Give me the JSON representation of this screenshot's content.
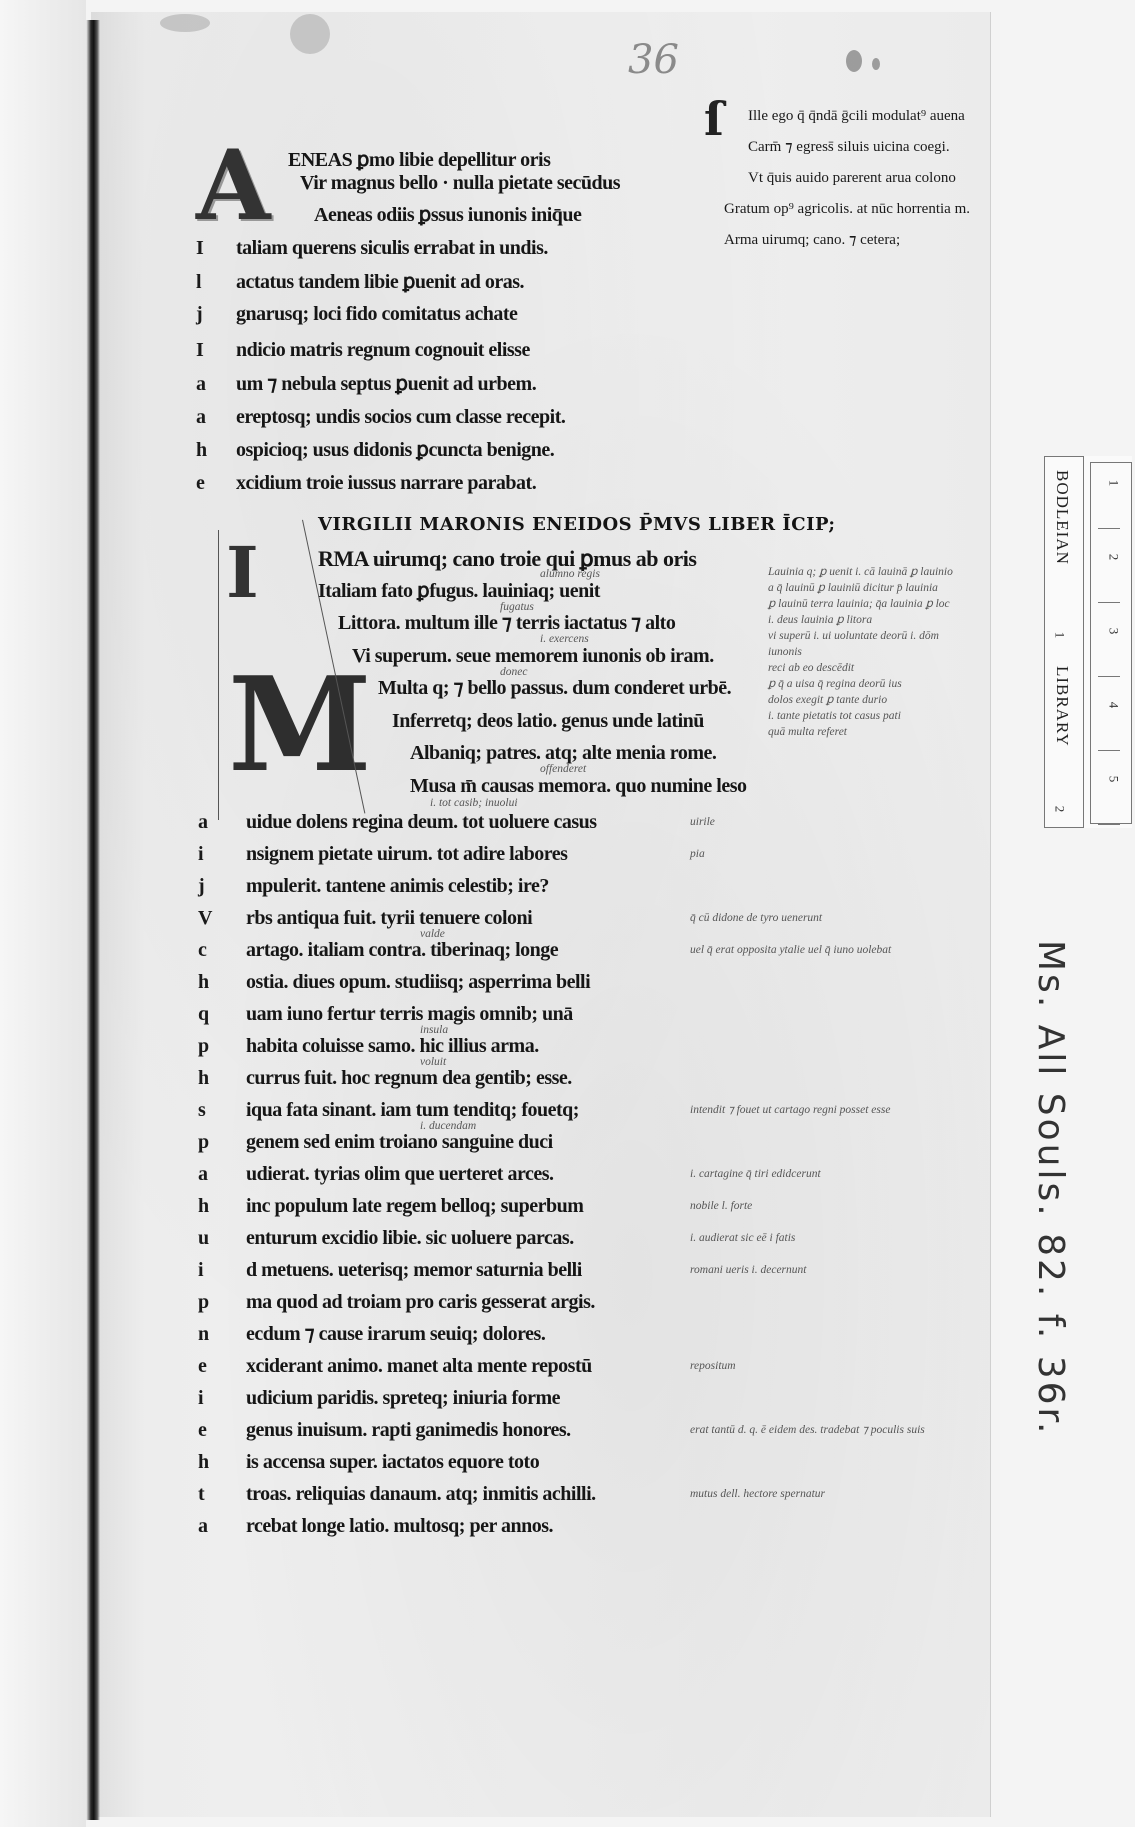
{
  "folio_number": "36",
  "argument": {
    "opening": {
      "initial": "A",
      "rest": "ENEAS ꝑmo libie depellitur oris"
    },
    "lines": [
      "Vir magnus bello · nulla pietate secūdus",
      "Aeneas odiis ꝑssus iunonis iniq̄ue",
      "taliam querens siculis errabat in undis.",
      "actatus tandem libie ꝑuenit ad oras.",
      "gnarusq; loci fido comitatus achate",
      "ndicio matris regnum cognouit elisse",
      "um ⁊ nebula septus ꝑuenit ad urbem.",
      "ereptosq; undis socios cum classe recepit.",
      "ospicioq; usus didonis ꝑcuncta benigne.",
      "xcidium troie iussus narrare parabat."
    ],
    "margin_letters": [
      "",
      "",
      "I",
      "l",
      "j",
      "I",
      "a",
      "a",
      "h",
      "e"
    ]
  },
  "incipit": "VIRGILII MARONIS ENEIDOS P̄MVS LIBER ĪCIP;",
  "proem": {
    "initial_I": "I",
    "lines": [
      "RMA uirumq; cano troie qui ꝑmus ab oris",
      "Italiam fato ꝑfugus. lauiniaq; uenit",
      "Littora. multum ille ⁊ terris iactatus ⁊ alto",
      "Vi superum. seue memorem iunonis ob iram.",
      "Multa q; ⁊ bello passus. dum conderet urbē.",
      "Inferretq; deos latio. genus unde latinū",
      "Albaniq; patres. atq; alte menia rome.",
      "Musa m̄ causas memora. quo numine leso"
    ]
  },
  "initial_M": "M",
  "main": {
    "lines": [
      "uidue dolens regina deum. tot uoluere casus",
      "nsignem pietate uirum. tot adire labores",
      "mpulerit. tantene animis celestib; ire?",
      "rbs antiqua fuit. tyrii tenuere coloni",
      "artago. italiam contra. tiberinaq; longe",
      "ostia. diues opum. studiisq; asperrima belli",
      "uam iuno fertur terris magis omnib; unā",
      "habita coluisse samo. hic illius arma.",
      "currus fuit. hoc regnum dea gentib; esse.",
      "iqua fata sinant. iam tum tenditq; fouetq;",
      "genem sed enim troiano sanguine duci",
      "udierat. tyrias olim que uerteret arces.",
      "inc populum late regem belloq; superbum",
      "enturum excidio libie. sic uoluere parcas.",
      "d metuens. ueterisq; memor saturnia belli",
      "ma quod ad troiam pro caris gesserat argis.",
      "ecdum ⁊ cause irarum seuiq; dolores.",
      "xciderant animo. manet alta mente repostū",
      "udicium paridis. spreteq; iniuria forme",
      "genus inuisum. rapti ganimedis honores.",
      "is accensa super. iactatos equore toto",
      "troas. reliquias danaum. atq; inmitis achilli.",
      "rcebat longe latio. multosq; per annos."
    ],
    "margin_letters": [
      "a",
      "i",
      "j",
      "V",
      "c",
      "h",
      "q",
      "p",
      "h",
      "s",
      "p",
      "a",
      "h",
      "u",
      "i",
      "p",
      "n",
      "e",
      "i",
      "e",
      "h",
      "t",
      "a"
    ]
  },
  "glosses": [
    {
      "area": "proem",
      "line": 1,
      "text": "alumno regis"
    },
    {
      "area": "proem",
      "line": 2,
      "text": "fugatus"
    },
    {
      "area": "proem",
      "line": 3,
      "text": "i. exercens"
    },
    {
      "area": "proem",
      "line": 4,
      "text": "donec"
    },
    {
      "area": "proem",
      "line": 7,
      "text": "offenderet"
    },
    {
      "area": "proem",
      "line": 7,
      "text": "i. tot casib; inuolui",
      "below": true
    },
    {
      "area": "main",
      "line": 0,
      "text": "uirile"
    },
    {
      "area": "main",
      "line": 1,
      "text": "pia"
    },
    {
      "area": "main",
      "line": 3,
      "text": "q̄ cū didone de tyro uenerunt"
    },
    {
      "area": "main",
      "line": 4,
      "text": "uel q̄ erat opposita ytalie uel q̄ iuno uolebat"
    },
    {
      "area": "main",
      "line": 4,
      "text": "valde",
      "above": true
    },
    {
      "area": "main",
      "line": 7,
      "text": "insula",
      "above": true
    },
    {
      "area": "main",
      "line": 8,
      "text": "voluit",
      "above": true
    },
    {
      "area": "main",
      "line": 9,
      "text": "intendit ⁊ fouet ut cartago regni posset esse"
    },
    {
      "area": "main",
      "line": 10,
      "text": "i. ducendam",
      "above": true
    },
    {
      "area": "main",
      "line": 11,
      "text": "i. cartagine q̄ tiri edidcerunt"
    },
    {
      "area": "main",
      "line": 12,
      "text": "nobile l. forte"
    },
    {
      "area": "main",
      "line": 13,
      "text": "i. audierat sic eē i fatis"
    },
    {
      "area": "main",
      "line": 14,
      "text": "romani ueris i. decernunt"
    },
    {
      "area": "main",
      "line": 17,
      "text": "repositum"
    },
    {
      "area": "main",
      "line": 19,
      "text": "erat tantū d. q. ē eidem des. tradebat ⁊ poculis suis"
    },
    {
      "area": "main",
      "line": 21,
      "text": "mutus dell. hectore spernatur"
    }
  ],
  "right_column": {
    "lines": [
      "Ille ego q̄ q̄ndā ḡcili modulat⁹ auena",
      "Carm̄ ⁊ egress̄ siluis uicina coegi.",
      "Vt q̄uis auido parerent arua colono",
      "Gratum op⁹ agricolis. at nūc horrentia m.",
      "Arma uirumq; cano. ⁊ cetera;"
    ],
    "margin_notes": [
      "Lauinia q; ꝑ uenit i. cā lauinā ꝑ lauinio",
      "a q̄ lauinū ꝑ lauiniū dicitur p̄ lauinia",
      "ꝑ lauinū terra lauinia; q̄a lauinia ꝑ loc",
      "i. deus lauinia ꝑ litora",
      "vi superū i. ui uoluntate deorū i. dōm",
      "iunonis",
      "reci ab eo descēdit",
      "ꝑ q̄ a uisa q̄ regina deorū ius",
      "dolos exegit ꝑ tante durio",
      "i. tante pietatis tot casus pati",
      "quā multa referet"
    ]
  },
  "ruler": {
    "institution_word1": "BODLEIAN",
    "institution_word2": "LIBRARY",
    "segment_labels": [
      "1",
      "2"
    ],
    "scale_numbers": [
      "1",
      "2",
      "3",
      "4",
      "5"
    ]
  },
  "shelfmark": "Ms. All Souls. 82. f. 36r."
}
